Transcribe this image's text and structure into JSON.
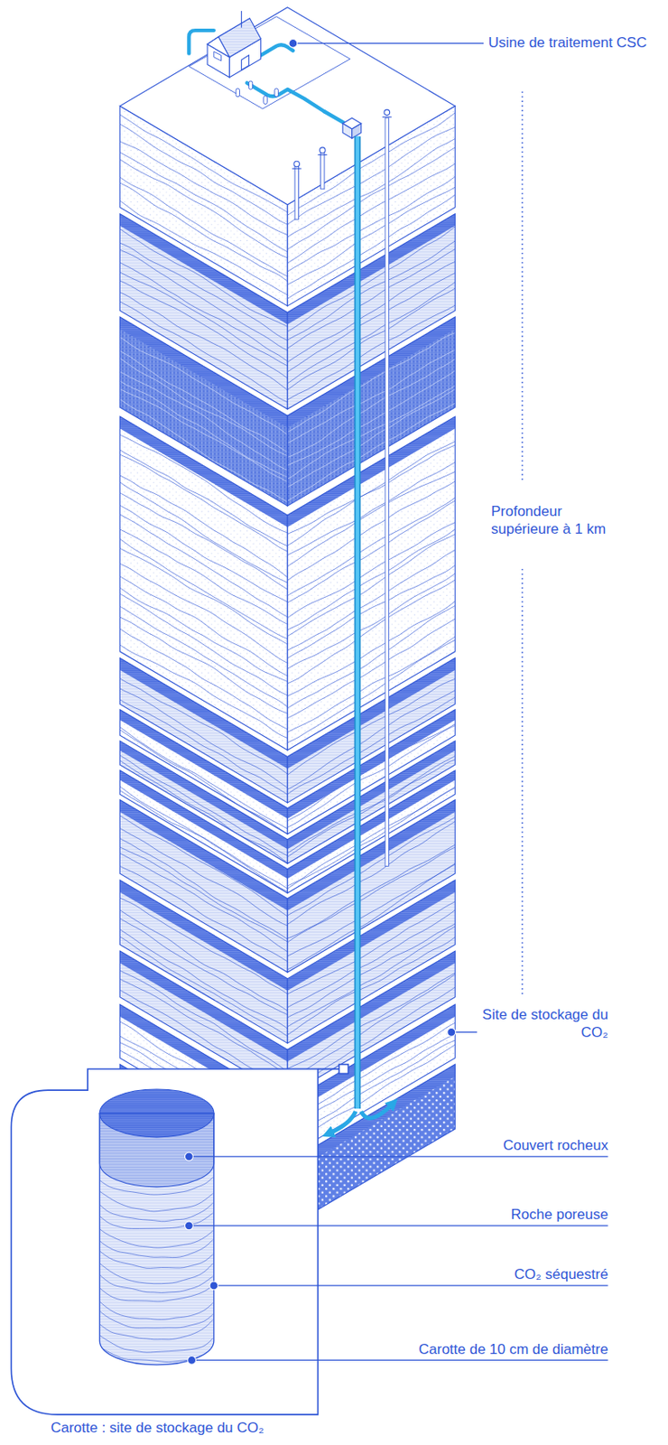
{
  "diagram": {
    "labels": [
      "Usine de traitement CSC",
      "Profondeur supérieure à 1 km",
      "Site de stockage du CO₂",
      "Couvert rocheux",
      "Roche poreuse",
      "CO₂ séquestré",
      "Carotte de 10 cm de diamètre",
      "Carotte : site de stockage du CO₂"
    ]
  }
}
